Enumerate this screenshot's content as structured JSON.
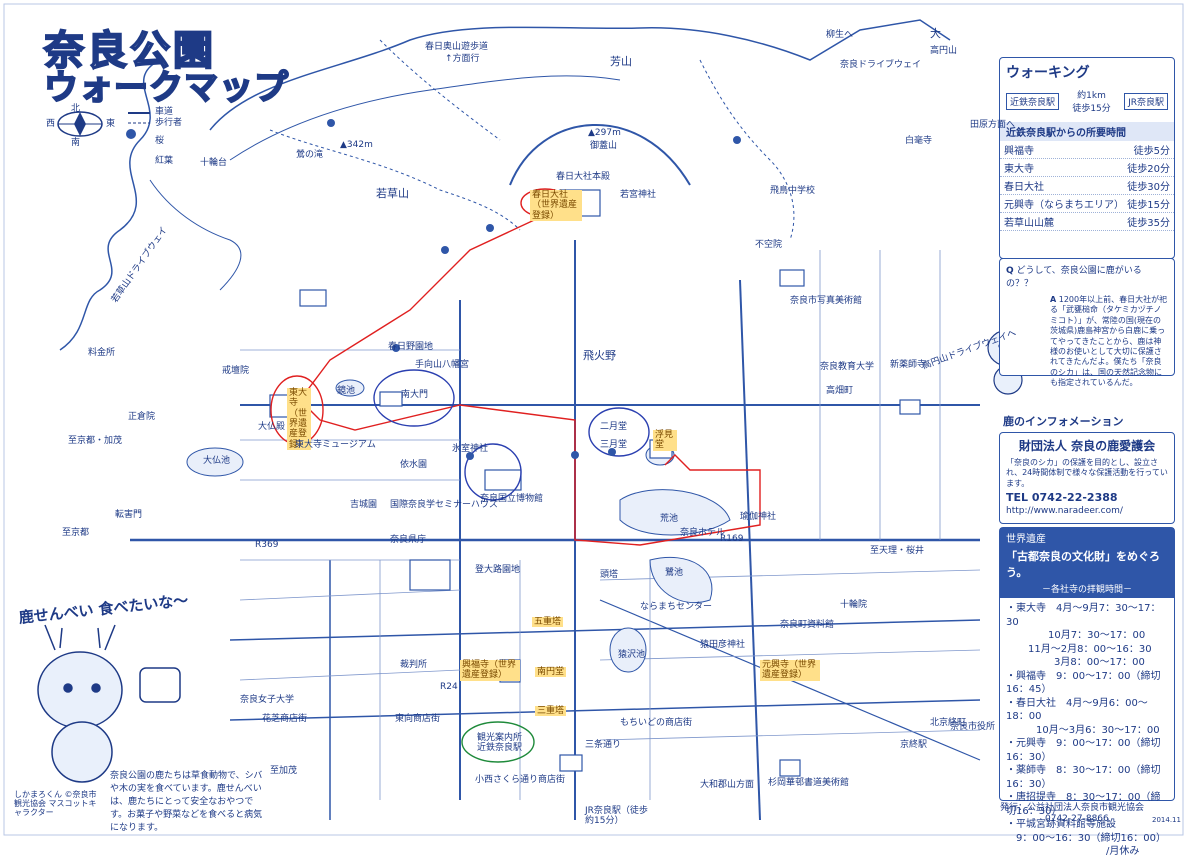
{
  "title": {
    "line1": "奈良公園",
    "line2": "ウォークマップ"
  },
  "legend": {
    "compass": {
      "n": "北",
      "e": "東",
      "s": "南",
      "w": "西"
    },
    "items": [
      "車道",
      "歩行者",
      "桜",
      "紅葉"
    ]
  },
  "walking": {
    "title": "ウォーキング",
    "from": "近鉄奈良駅",
    "to": "JR奈良駅",
    "distance": "約1km",
    "time": "徒歩15分",
    "table_title": "近鉄奈良駅からの所要時間",
    "rows": [
      {
        "place": "興福寺",
        "time": "徒歩5分"
      },
      {
        "place": "東大寺",
        "time": "徒歩20分"
      },
      {
        "place": "春日大社",
        "time": "徒歩30分"
      },
      {
        "place": "元興寺（ならまちエリア）",
        "time": "徒歩15分"
      },
      {
        "place": "若草山山麓",
        "time": "徒歩35分"
      }
    ]
  },
  "qa": {
    "q": "どうして、奈良公園に鹿がいるの？？",
    "a": "1200年以上前、春日大社が祀る「武甕槌命（タケミカヅチノミコト）」が、常陸の国(現在の茨城県)鹿島神宮から白鹿に乗ってやってきたことから、鹿は神様のお使いとして大切に保護されてきたんだよ。僕たち「奈良のシカ」は、国の天然記念物にも指定されているんだ。"
  },
  "deer_info": {
    "heading": "鹿のインフォメーション",
    "org": "財団法人 奈良の鹿愛護会",
    "desc": "「奈良のシカ」の保護を目的とし、設立され、24時間体制で様々な保護活動を行っています。",
    "tel": "TEL 0742-22-2388",
    "url": "http://www.naradeer.com/"
  },
  "heritage": {
    "tag": "世界遺産",
    "title": "「古都奈良の文化財」をめぐろう。",
    "subtitle": "－各社寺の拝観時間－",
    "rows": [
      "・東大寺　4月～9月7：30～17：30",
      "10月7：30～17：00",
      "11月～2月8：00～16：30",
      "3月8：00～17：00",
      "・興福寺　9：00～17：00（締切16：45）",
      "・春日大社　4月～9月6：00～18：00",
      "10月～3月6：30～17：00",
      "・元興寺　9：00～17：00（締切16：30）",
      "・薬師寺　8：30～17：00（締切16：30）",
      "・唐招提寺　8：30～17：00（締切16：30）",
      "・平城宮跡資料館等施設",
      "9：00～16：30（締切16：00）",
      "/月休み"
    ]
  },
  "shika_senbei": {
    "headline": "鹿せんべい 食べたいな～",
    "text": "奈良公園の鹿たちは草食動物で、シバや木の実を食べています。鹿せんべいは、鹿たちにとって安全なおやつです。お菓子や野菜などを食べると病気になります。",
    "mascot": "しかまろくん ©奈良市観光協会 マスコットキャラクター"
  },
  "footer": {
    "publisher": "発行：公益社団法人奈良市観光協会",
    "tel": "0742-27-8866",
    "date": "2014.11"
  },
  "map_labels": [
    {
      "t": "春日大社（世界遺産登録）",
      "hl": true
    },
    {
      "t": "南大門"
    },
    {
      "t": "東大寺（世界遺産登録）",
      "hl": true
    },
    {
      "t": "浮見堂",
      "hl": true
    },
    {
      "t": "興福寺（世界遺産登録）",
      "hl": true
    },
    {
      "t": "元興寺（世界遺産登録）",
      "hl": true
    },
    {
      "t": "五重塔",
      "hl": true
    },
    {
      "t": "南円堂",
      "hl": true
    },
    {
      "t": "三重塔",
      "hl": true
    },
    {
      "t": "観光案内所 近鉄奈良駅"
    },
    {
      "t": "大仏殿"
    },
    {
      "t": "二月堂"
    },
    {
      "t": "三月堂"
    },
    {
      "t": "若草山"
    },
    {
      "t": "▲342m"
    },
    {
      "t": "▲297m"
    },
    {
      "t": "御蓋山"
    },
    {
      "t": "芳山"
    },
    {
      "t": "春日奥山遊歩道"
    },
    {
      "t": "↑方面行"
    },
    {
      "t": "若草山ドライブウェイ"
    },
    {
      "t": "奈良ドライブウェイ"
    },
    {
      "t": "高円山ドライブウェイへ"
    },
    {
      "t": "高円山"
    },
    {
      "t": "大"
    },
    {
      "t": "柳生へ"
    },
    {
      "t": "飛鳥中学校"
    },
    {
      "t": "奈良教育大学"
    },
    {
      "t": "高畑町"
    },
    {
      "t": "新薬師寺"
    },
    {
      "t": "白毫寺"
    },
    {
      "t": "春日野園地"
    },
    {
      "t": "飛火野"
    },
    {
      "t": "奈良国立博物館"
    },
    {
      "t": "氷室神社"
    },
    {
      "t": "国際奈良学セミナーハウス"
    },
    {
      "t": "依水園"
    },
    {
      "t": "吉城園"
    },
    {
      "t": "正倉院"
    },
    {
      "t": "転害門"
    },
    {
      "t": "大仏池"
    },
    {
      "t": "戒壇院"
    },
    {
      "t": "手向山八幡宮"
    },
    {
      "t": "鏡池"
    },
    {
      "t": "東大寺ミュージアム"
    },
    {
      "t": "荒池"
    },
    {
      "t": "鷺池"
    },
    {
      "t": "猿沢池"
    },
    {
      "t": "奈良ホテル"
    },
    {
      "t": "瑜伽神社"
    },
    {
      "t": "ならまちセンター"
    },
    {
      "t": "奈良町資料館"
    },
    {
      "t": "猿田彦神社"
    },
    {
      "t": "十輪院"
    },
    {
      "t": "奈良県庁"
    },
    {
      "t": "登大路園地"
    },
    {
      "t": "裁判所"
    },
    {
      "t": "奈良女子大学"
    },
    {
      "t": "花芝商店街"
    },
    {
      "t": "東向商店街"
    },
    {
      "t": "小西さくら通り商店街"
    },
    {
      "t": "もちいどの商店街"
    },
    {
      "t": "三条通り"
    },
    {
      "t": "JR奈良駅（徒歩約15分）"
    },
    {
      "t": "奈良市役所"
    },
    {
      "t": "杉岡華邨書道美術館"
    },
    {
      "t": "奈良市写真美術館"
    },
    {
      "t": "大和郡山方面"
    },
    {
      "t": "至京都"
    },
    {
      "t": "至加茂"
    },
    {
      "t": "至天理・桜井"
    },
    {
      "t": "至京都・加茂"
    },
    {
      "t": "R369"
    },
    {
      "t": "R169"
    },
    {
      "t": "R24"
    },
    {
      "t": "十輪台"
    },
    {
      "t": "料金所"
    },
    {
      "t": "鶯の滝"
    },
    {
      "t": "春日大社本殿"
    },
    {
      "t": "若宮神社"
    },
    {
      "t": "不空院"
    },
    {
      "t": "頭塔"
    },
    {
      "t": "北京終町"
    },
    {
      "t": "京終駅"
    },
    {
      "t": "田原方面へ"
    }
  ]
}
